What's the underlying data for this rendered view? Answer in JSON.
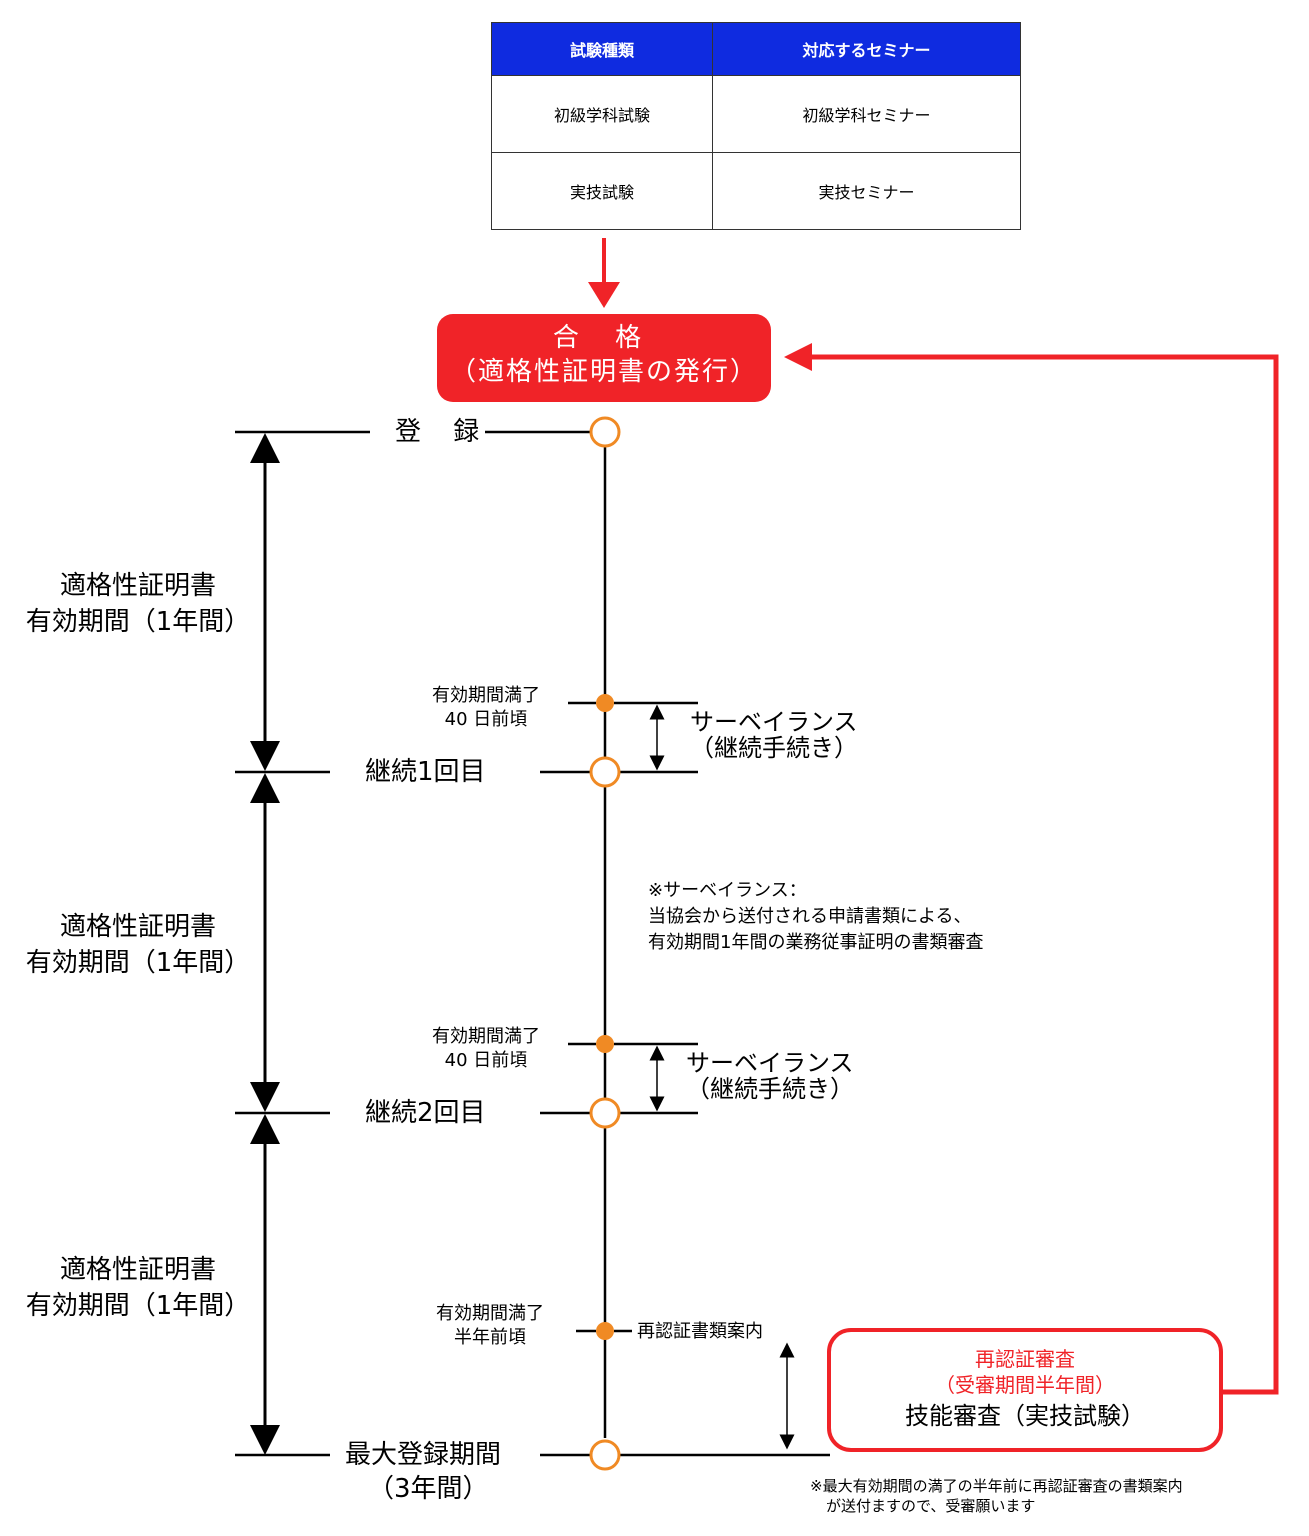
{
  "table": {
    "headers": [
      "試験種類",
      "対応するセミナー"
    ],
    "rows": [
      [
        "初級学科試験",
        "初級学科セミナー"
      ],
      [
        "実技試験",
        "実技セミナー"
      ]
    ]
  },
  "pass": {
    "line1": "合 格",
    "line2": "（適格性証明書の発行）"
  },
  "milestones": {
    "register": "登 録",
    "renew1": "継続1回目",
    "renew2": "継続2回目",
    "max_line1": "最大登録期間",
    "max_line2": "（3年間）"
  },
  "period": {
    "line1": "適格性証明書",
    "line2": "有効期間（1年間）"
  },
  "expiry40": {
    "line1": "有効期間満了",
    "line2": "40 日前頃"
  },
  "expiryHalf": {
    "line1": "有効期間満了",
    "line2": "半年前頃"
  },
  "surveillance": {
    "line1": "サーベイランス",
    "line2": "（継続手続き）"
  },
  "note": {
    "line1": "※サーベイランス：",
    "line2": "当協会から送付される申請書類による、",
    "line3": "有効期間1年間の業務従事証明の書類審査"
  },
  "recert_guide": "再認証書類案内",
  "recert": {
    "line1": "再認証審査",
    "line2": "（受審期間半年間）",
    "line3": "技能審査（実技試験）"
  },
  "footnote": {
    "line1": "※最大有効期間の満了の半年前に再認証審査の書類案内",
    "line2": "が送付ますので、受審願います"
  },
  "colors": {
    "red": "#f02328",
    "blue": "#0f2be0",
    "orange": "#f08a24"
  }
}
